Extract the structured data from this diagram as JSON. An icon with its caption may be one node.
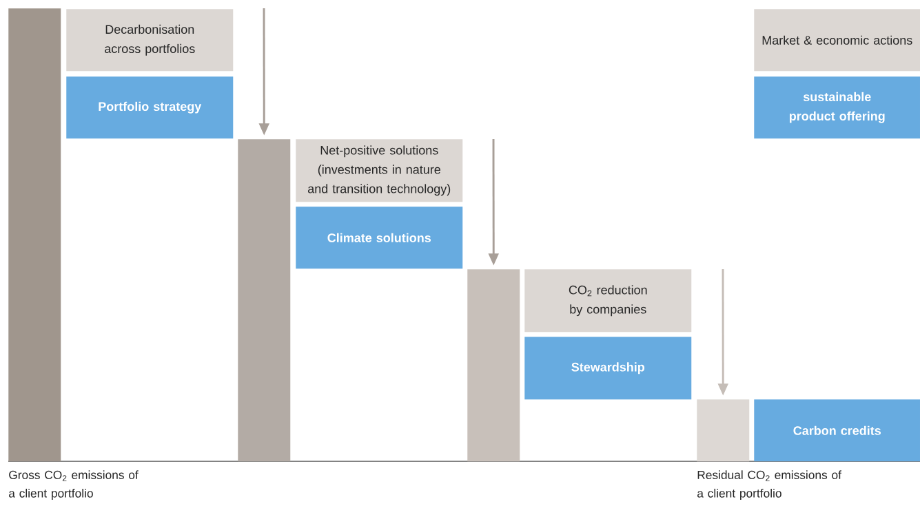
{
  "diagram": {
    "nodes": [
      {
        "text": [],
        "shape": "bar",
        "beside": [
          "Gross CO$_{2}$ emissions of a client portfolio"
        ]
      },
      {
        "text": [
          "Decarbonisation across portfolios"
        ]
      },
      {
        "text": [
          "Portfolio strategy"
        ]
      },
      {
        "text": [],
        "shape": "bar"
      },
      {
        "text": [
          "Net-positive solutions (investments in nature and transition technology)"
        ]
      },
      {
        "text": [
          "Climate solutions"
        ]
      },
      {
        "text": [],
        "shape": "bar"
      },
      {
        "text": [
          "CO$_{2}$ reduction by companies"
        ]
      },
      {
        "text": [
          "Stewardship"
        ]
      },
      {
        "text": [],
        "shape": "bar",
        "beside": [
          "Residual CO$_{2}$ emissions of a client portfolio"
        ]
      },
      {
        "text": [
          "Market & economic actions"
        ]
      },
      {
        "text": [
          "sustainable product offering"
        ]
      },
      {
        "text": [
          "Carbon credits"
        ]
      }
    ],
    "edges": [
      {
        "from": null,
        "to": 3,
        "arrow": "to"
      },
      {
        "from": null,
        "to": 6,
        "arrow": "to"
      },
      {
        "from": null,
        "to": 9,
        "arrow": "to",
        "color": "#c5bdb7"
      }
    ]
  }
}
